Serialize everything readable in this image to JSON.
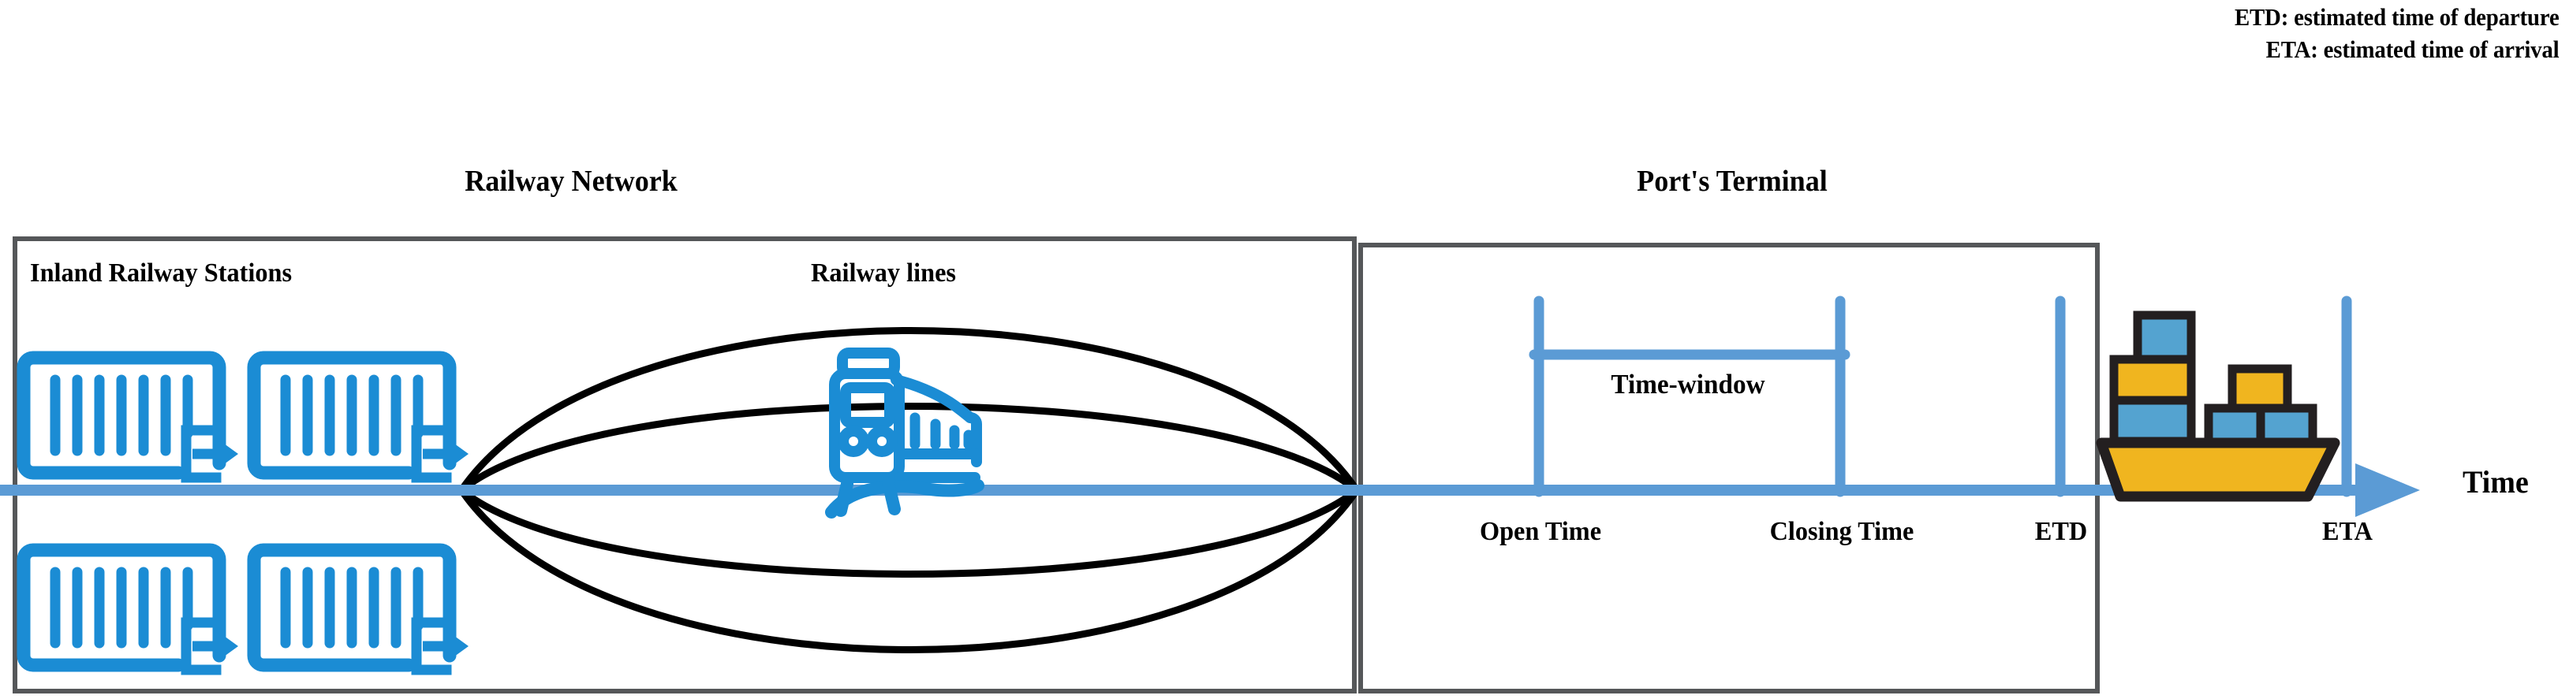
{
  "legend": {
    "lines": [
      "ETD: estimated time of departure",
      "ETA: estimated time of arrival"
    ]
  },
  "sections": {
    "railway": {
      "title": "Railway Network",
      "stations_label": "Inland Railway Stations",
      "lines_label": "Railway lines",
      "station_icon": "shipping-container-export-icon",
      "station_count": 4,
      "train_icon": "train-locomotive-icon",
      "railway_line_count": 5
    },
    "port": {
      "title": "Port's Terminal",
      "time_window_label": "Time-window",
      "ship_icon": "container-ship-icon"
    }
  },
  "timeline": {
    "axis_label": "Time",
    "axis_arrow_icon": "arrow-right-icon",
    "ticks": [
      {
        "id": "open-time",
        "label": "Open Time"
      },
      {
        "id": "closing-time",
        "label": "Closing Time"
      },
      {
        "id": "etd",
        "label": "ETD"
      },
      {
        "id": "eta",
        "label": "ETA"
      }
    ]
  },
  "colors": {
    "axis_blue": "#5B9BD5",
    "icon_blue": "#1B8CD4",
    "ship_hull_yellow": "#F0B51F",
    "ship_container_blue": "#54A3D0",
    "ship_outline": "#231F20",
    "panel_border": "#555759",
    "curve_black": "#000000",
    "text_black": "#000000"
  }
}
